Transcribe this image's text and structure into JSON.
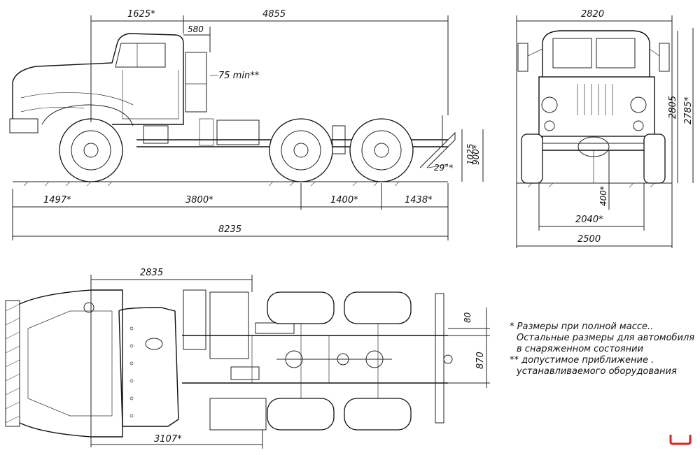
{
  "side_view": {
    "dims_top": [
      "1625*",
      "4855",
      "580"
    ],
    "clearance_label": "75 min**",
    "angle_label": "29°*",
    "height_labels": [
      "1025",
      "900*"
    ],
    "dims_bottom": [
      "1497*",
      "3800*",
      "1400*",
      "1438*"
    ],
    "overall_length": "8235"
  },
  "front_view": {
    "width_top": "2820",
    "heights": [
      "2805",
      "2785*"
    ],
    "ground_clearance": "400*",
    "track": "2040*",
    "overall_width": "2500"
  },
  "plan_view": {
    "dim_top": "2835",
    "dim_bottom": "3107*",
    "frame_dims": [
      "80",
      "870"
    ]
  },
  "notes": [
    "* Размеры при полной массе..",
    "Остальные размеры для автомобиля",
    "в снаряженном состоянии",
    "** допустимое приближение .",
    "устанавливаемого оборудования"
  ],
  "colors": {
    "line": "#222222",
    "logo": "#e0201b",
    "background": "#ffffff"
  }
}
